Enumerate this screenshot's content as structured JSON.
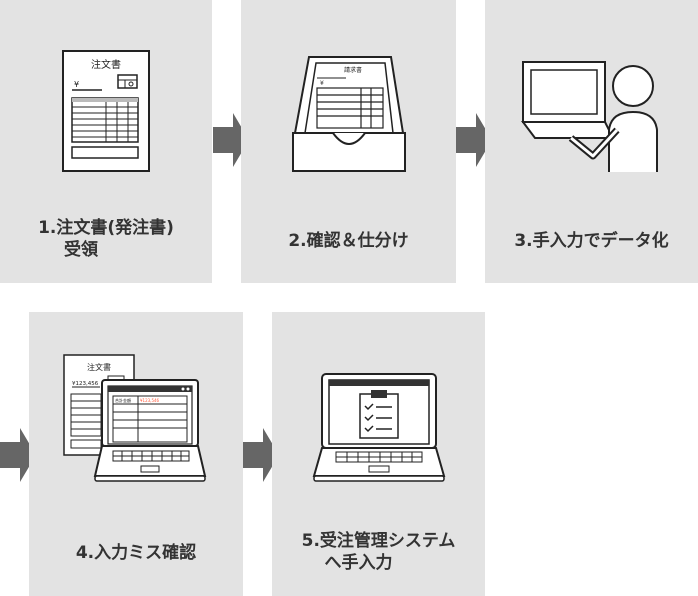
{
  "steps": [
    {
      "label_line1": "1.注文書(発注書)",
      "label_line2": "受領",
      "doc_title": "注文書",
      "doc_yen": "¥"
    },
    {
      "label_line1": "2.確認＆仕分け",
      "doc_title": "請求書",
      "doc_yen": "¥"
    },
    {
      "label_line1": "3.手入力でデータ化"
    },
    {
      "label_line1": "4.入力ミス確認",
      "doc_title": "注文書",
      "doc_yen": "¥123,456",
      "screen_field": "合計金額",
      "screen_value": "¥123,546"
    },
    {
      "label_line1": "5.受注管理システム",
      "label_line2": "へ手入力"
    }
  ],
  "colors": {
    "box": "#e3e3e3",
    "arrow": "#666666",
    "text": "#333333",
    "error": "#ff5a3c"
  }
}
